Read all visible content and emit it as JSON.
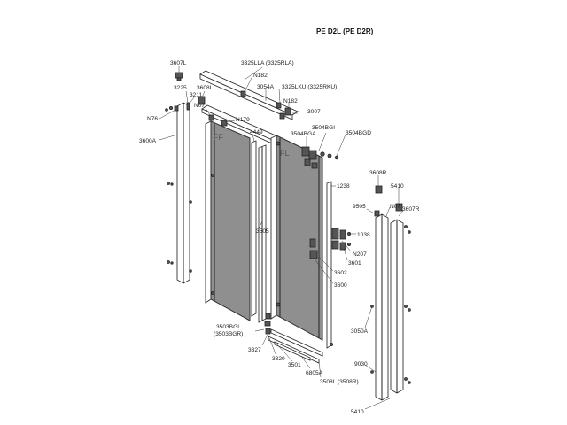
{
  "title": "PE D2L (PE D2R)",
  "panel_marks": {
    "fixed": "FF",
    "sliding": "FL"
  },
  "labels": {
    "l3607L": "3607L",
    "l3225": "3225",
    "l3608L": "3608L",
    "l3211": "3211",
    "lN07a": "N07",
    "lN76": "N76",
    "l3600A": "3600A",
    "l3325LLA": "3325LLA (3325RLA)",
    "lN182a": "N182",
    "l3054A": "3054A",
    "l3325LKU": "3325LKU (3325RKU)",
    "lN182b": "N182",
    "l3007": "3007",
    "lN179": "N179",
    "l4449": "4449",
    "l3504BGA": "3504BGA",
    "l3504BGI": "3504BGI",
    "l3504BGD": "3504BGD",
    "l3505": "3505",
    "l1238": "1238",
    "l3608R": "3608R",
    "l5410a": "5410",
    "l9505": "9505",
    "lN07b": "N07",
    "l3607R": "3607R",
    "l1038": "1038",
    "lN207": "N207",
    "l3601": "3601",
    "l3602": "3602",
    "l3600": "3600",
    "l3503BGL": "3503BGL",
    "l3503BGR": "(3503BGR)",
    "l3327": "3327",
    "l3320": "3320",
    "l3501": "3501",
    "l6805A": "6805A",
    "l3508L": "3508L (3508R)",
    "l3050A": "3050A",
    "l9030": "9030",
    "l5410b": "5410"
  }
}
